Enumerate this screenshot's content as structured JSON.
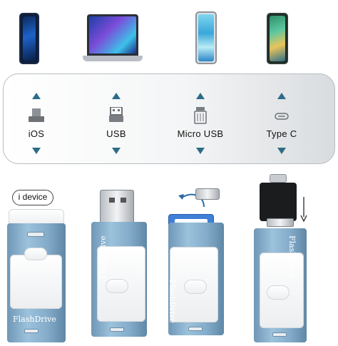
{
  "colors": {
    "accent_arrow": "#2d6c86",
    "drive_body": "#86adca"
  },
  "connectors": [
    {
      "label": "iOS",
      "icon": "lightning-port-icon"
    },
    {
      "label": "USB",
      "icon": "usb-a-port-icon"
    },
    {
      "label": "Micro USB",
      "icon": "micro-usb-port-icon"
    },
    {
      "label": "Type C",
      "icon": "usb-c-port-icon"
    }
  ],
  "devices": [
    {
      "icon": "iphone-icon"
    },
    {
      "icon": "laptop-icon"
    },
    {
      "icon": "android-phone-icon"
    },
    {
      "icon": "type-c-phone-icon"
    }
  ],
  "drives": {
    "callout": "i device",
    "brand": "FlashDrive"
  }
}
